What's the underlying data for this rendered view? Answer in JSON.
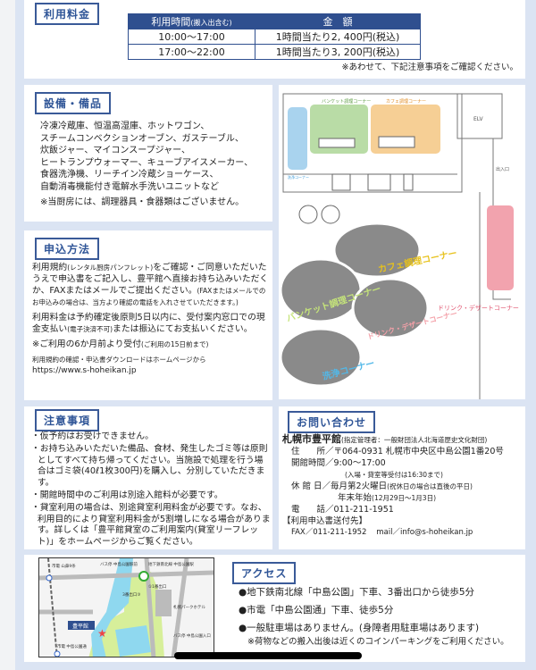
{
  "fees": {
    "label": "利用料金",
    "header_time": "利用時間",
    "header_time_note": "(搬入出含む)",
    "header_amount": "金　額",
    "rows": [
      {
        "time": "10:00～17:00",
        "amount": "1時間当たり2, 400円(税込)"
      },
      {
        "time": "17:00～22:00",
        "amount": "1時間当たり3, 200円(税込)"
      }
    ],
    "note": "※あわせて、下記注意事項をご確認ください。"
  },
  "equipment": {
    "label": "設備・備品",
    "lines": [
      "冷凍冷蔵庫、恒温高湿庫、ホットワゴン、",
      "スチームコンベクションオーブン、ガステーブル、",
      "炊飯ジャー、マイコンスープジャー、",
      "ヒートランプウォーマー、キューブアイスメーカー、",
      "食器洗浄機、リーチイン冷蔵ショーケース、",
      "自動消毒機能付き電解水手洗いユニットなど"
    ],
    "note": "※当厨房には、調理器具・食器類はございません。"
  },
  "floorplan": {
    "zones": [
      "バンケット調理コーナー",
      "カフェ調理コーナー",
      "洗浄コーナー",
      "ドリンク・デザートコーナー"
    ],
    "elv": "ELV",
    "entrance": "出入口",
    "photos": [
      "カフェ調理コーナー",
      "バンケット調理コーナー",
      "ドリンク・デザートコーナー",
      "洗浄コーナー"
    ],
    "colors": {
      "banquet": "#b9dca6",
      "cafe": "#f6cf95",
      "wash": "#a9d3ee",
      "drink": "#f2a3ae"
    }
  },
  "application": {
    "label": "申込方法",
    "p1": "利用規約",
    "p1_small": "(レンタル厨房パンフレット)",
    "p1_rest": "をご確認・ご同意いただいたうえで申込書をご記入し、豊平館へ直接お持ち込みいただくか、FAXまたはメールでご提出ください。",
    "p1_note": "(FAXまたはメールでのお申込みの場合は、当方より確認の電話を入れさせていただきます。)",
    "p2": "利用料金は予約確定後原則5日以内に、受付案内窓口での現金支払い",
    "p2_small": "(電子決済不可)",
    "p2_rest": "または振込にてお支払いください。",
    "p3": "※ご利用の6か月前より受付",
    "p3_small": "(ご利用の15日前まで)",
    "download": "利用規約の確認・申込書ダウンロードはホームページから",
    "url": "https://www.s-hoheikan.jp"
  },
  "notes": {
    "label": "注意事項",
    "items": [
      "・仮予約はお受けできません。",
      "・お持ち込みいただいた備品、食材、発生したゴミ等は原則としてすべて持ち帰ってください。当施設で処理を行う場合はゴミ袋(40ℓ1枚300円)を購入し、分別していただきます。",
      "・開館時間中のご利用は別途入館料が必要です。",
      "・貸室利用の場合は、別途貸室利用料金が必要です。なお、利用目的により貸室利用料金が5割増しになる場合があります。詳しくは「豊平館貸室のご利用案内(貸室リーフレット)」をホームページからご覧ください。"
    ]
  },
  "contact": {
    "label": "お問い合わせ",
    "name": "札幌市豊平館",
    "manager": "(指定管理者：一般財団法人北海道歴史文化財団)",
    "address": "住　　所／〒064-0931 札幌市中央区中島公園1番20号",
    "hours": "開館時間／9:00～17:00",
    "hours_note": "(入場・貸室等受付は16:30まで)",
    "closed": "休 館 日／毎月第2火曜日",
    "closed_note": "(祝休日の場合は直後の平日)",
    "closed2": "年末年始",
    "closed2_note": "(12月29日～1月3日)",
    "phone": "電　　話／011-211-1951",
    "send_title": "【利用申込書送付先】",
    "fax": "FAX／011-211-1952",
    "mail": "mail／info@s-hoheikan.jp"
  },
  "map": {
    "labels": [
      "市電 山鼻9条",
      "バス停 中島公園駅前",
      "地下鉄南北線 中島公園駅",
      "①1番出口",
      "3番出口③",
      "札幌パークホテル",
      "豊平館",
      "バス停 中島公園入口",
      "市電 中島公園通"
    ]
  },
  "access": {
    "label": "アクセス",
    "items": [
      "●地下鉄南北線「中島公園」下車、3番出口から徒歩5分",
      "●市電「中島公園通」下車、徒歩5分",
      "●一般駐車場はありません。(身障者用駐車場はあります)"
    ],
    "note": "※荷物などの搬入出後は近くのコインパーキングをご利用ください。"
  }
}
